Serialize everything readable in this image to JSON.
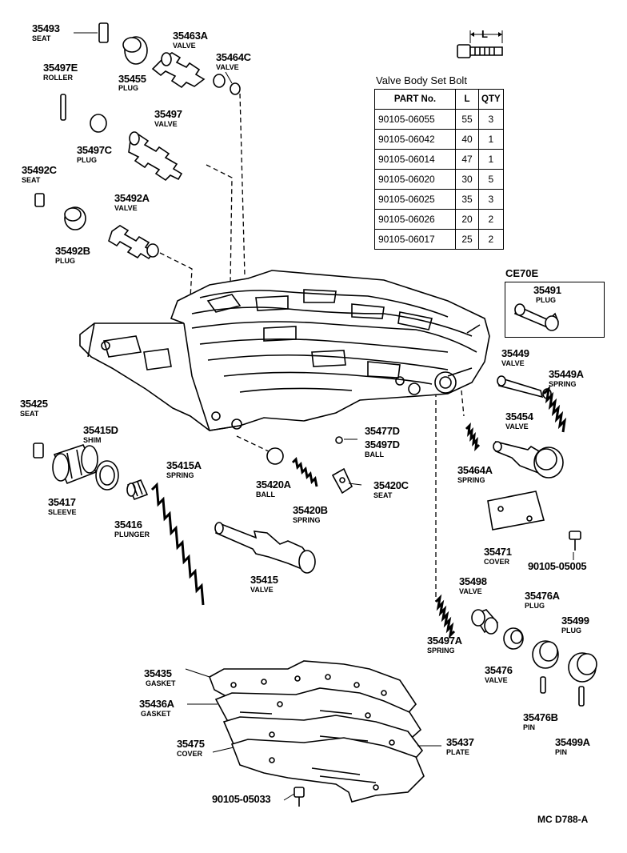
{
  "bolt_table": {
    "title": "Valve Body Set Bolt",
    "headers": [
      "PART No.",
      "L",
      "QTY"
    ],
    "rows": [
      [
        "90105-06055",
        "55",
        "3"
      ],
      [
        "90105-06042",
        "40",
        "1"
      ],
      [
        "90105-06014",
        "47",
        "1"
      ],
      [
        "90105-06020",
        "30",
        "5"
      ],
      [
        "90105-06025",
        "35",
        "3"
      ],
      [
        "90105-06026",
        "20",
        "2"
      ],
      [
        "90105-06017",
        "25",
        "2"
      ]
    ],
    "dimension_label": "L"
  },
  "model_box": {
    "label": "CE70E",
    "part_number": "35491",
    "part_name": "PLUG"
  },
  "callouts": [
    {
      "id": "35493",
      "pn": "35493",
      "name": "SEAT"
    },
    {
      "id": "35455",
      "pn": "35455",
      "name": "PLUG"
    },
    {
      "id": "35463A",
      "pn": "35463A",
      "name": "VALVE"
    },
    {
      "id": "35464C",
      "pn": "35464C",
      "name": "VALVE"
    },
    {
      "id": "35497E",
      "pn": "35497E",
      "name": "ROLLER"
    },
    {
      "id": "35497",
      "pn": "35497",
      "name": "VALVE"
    },
    {
      "id": "35497C",
      "pn": "35497C",
      "name": "PLUG"
    },
    {
      "id": "35492C",
      "pn": "35492C",
      "name": "SEAT"
    },
    {
      "id": "35492A",
      "pn": "35492A",
      "name": "VALVE"
    },
    {
      "id": "35492B",
      "pn": "35492B",
      "name": "PLUG"
    },
    {
      "id": "35449",
      "pn": "35449",
      "name": "VALVE"
    },
    {
      "id": "35449A",
      "pn": "35449A",
      "name": "SPRING"
    },
    {
      "id": "35454",
      "pn": "35454",
      "name": "VALVE"
    },
    {
      "id": "35464A",
      "pn": "35464A",
      "name": "SPRING"
    },
    {
      "id": "35477D",
      "pn": "35477D",
      "name": ""
    },
    {
      "id": "35497D",
      "pn": "35497D",
      "name": "BALL"
    },
    {
      "id": "35425",
      "pn": "35425",
      "name": "SEAT"
    },
    {
      "id": "35415D",
      "pn": "35415D",
      "name": "SHIM"
    },
    {
      "id": "35415A",
      "pn": "35415A",
      "name": "SPRING"
    },
    {
      "id": "35417",
      "pn": "35417",
      "name": "SLEEVE"
    },
    {
      "id": "35416",
      "pn": "35416",
      "name": "PLUNGER"
    },
    {
      "id": "35420A",
      "pn": "35420A",
      "name": "BALL"
    },
    {
      "id": "35420B",
      "pn": "35420B",
      "name": "SPRING"
    },
    {
      "id": "35420C",
      "pn": "35420C",
      "name": "SEAT"
    },
    {
      "id": "35415",
      "pn": "35415",
      "name": "VALVE"
    },
    {
      "id": "35471",
      "pn": "35471",
      "name": "COVER"
    },
    {
      "id": "90105-05005",
      "pn": "90105-05005",
      "name": ""
    },
    {
      "id": "35498",
      "pn": "35498",
      "name": "VALVE"
    },
    {
      "id": "35476A",
      "pn": "35476A",
      "name": "PLUG"
    },
    {
      "id": "35499",
      "pn": "35499",
      "name": "PLUG"
    },
    {
      "id": "35497A",
      "pn": "35497A",
      "name": "SPRING"
    },
    {
      "id": "35476",
      "pn": "35476",
      "name": "VALVE"
    },
    {
      "id": "35476B",
      "pn": "35476B",
      "name": "PIN"
    },
    {
      "id": "35499A",
      "pn": "35499A",
      "name": "PIN"
    },
    {
      "id": "35435",
      "pn": "35435",
      "name": "GASKET"
    },
    {
      "id": "35436A",
      "pn": "35436A",
      "name": "GASKET"
    },
    {
      "id": "35475",
      "pn": "35475",
      "name": "COVER"
    },
    {
      "id": "35437",
      "pn": "35437",
      "name": "PLATE"
    },
    {
      "id": "90105-05033",
      "pn": "90105-05033",
      "name": ""
    }
  ],
  "reference_code": "MC D788-A"
}
